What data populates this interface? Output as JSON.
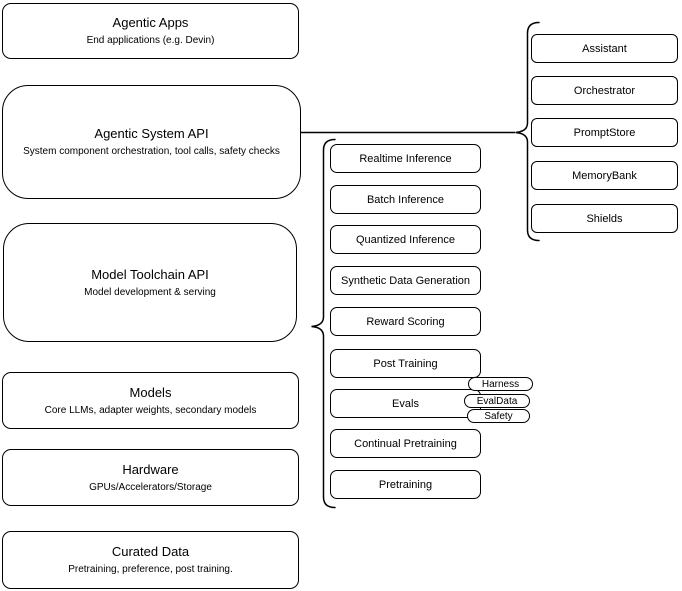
{
  "colors": {
    "stroke": "#000000",
    "background": "#ffffff",
    "text": "#000000"
  },
  "diagram": {
    "stack": [
      {
        "title": "Agentic Apps",
        "subtitle": "End applications (e.g. Devin)"
      },
      {
        "title": "Agentic System API",
        "subtitle": "System component orchestration, tool calls, safety checks"
      },
      {
        "title": "Model Toolchain API",
        "subtitle": "Model development & serving"
      },
      {
        "title": "Models",
        "subtitle": "Core LLMs, adapter weights, secondary models"
      },
      {
        "title": "Hardware",
        "subtitle": "GPUs/Accelerators/Storage"
      },
      {
        "title": "Curated Data",
        "subtitle": "Pretraining, preference, post training."
      }
    ],
    "toolchain_components": [
      "Realtime Inference",
      "Batch Inference",
      "Quantized Inference",
      "Synthetic Data Generation",
      "Reward Scoring",
      "Post Training",
      "Evals",
      "Continual Pretraining",
      "Pretraining"
    ],
    "evals_tags": [
      "Harness",
      "EvalData",
      "Safety"
    ],
    "system_components": [
      "Assistant",
      "Orchestrator",
      "PromptStore",
      "MemoryBank",
      "Shields"
    ]
  }
}
